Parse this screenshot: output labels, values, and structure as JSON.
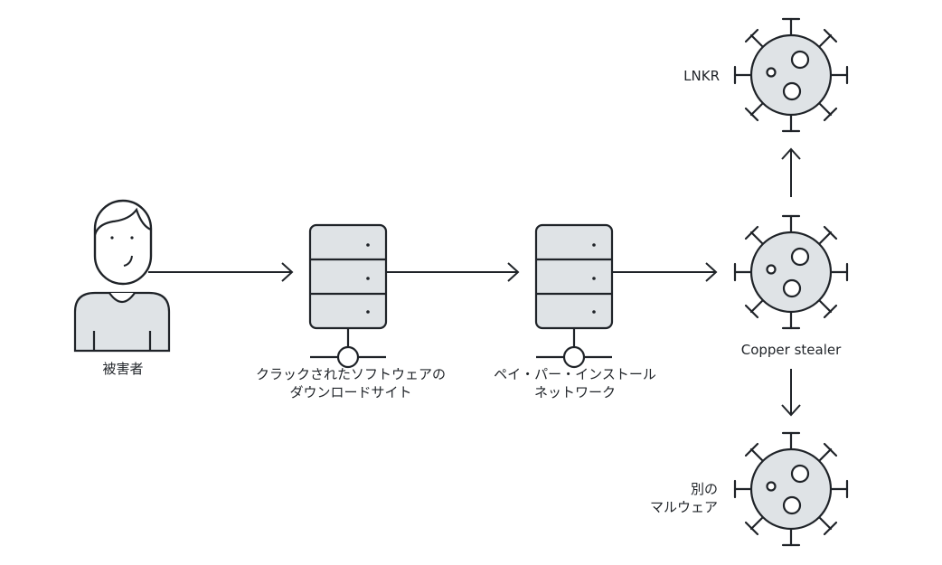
{
  "nodes": {
    "victim": {
      "label": "被害者"
    },
    "cracked_site": {
      "label_lines": [
        "クラックされたソフトウェアの",
        "ダウンロードサイト"
      ]
    },
    "ppi_network": {
      "label_lines": [
        "ペイ・パー・インストール",
        "ネットワーク"
      ]
    },
    "copper_stealer": {
      "label": "Copper stealer"
    },
    "lnkr": {
      "label": "LNKR"
    },
    "other_malware": {
      "label_lines": [
        "別の",
        "マルウェア"
      ]
    }
  },
  "edges": [
    {
      "from": "victim",
      "to": "cracked_site"
    },
    {
      "from": "cracked_site",
      "to": "ppi_network"
    },
    {
      "from": "ppi_network",
      "to": "copper_stealer"
    },
    {
      "from": "copper_stealer",
      "to": "lnkr"
    },
    {
      "from": "copper_stealer",
      "to": "other_malware"
    }
  ],
  "colors": {
    "stroke": "#1f2328",
    "fill": "#dfe3e6",
    "background": "#ffffff"
  },
  "icons": {
    "victim": "person-icon",
    "cracked_site": "server-icon",
    "ppi_network": "server-icon",
    "copper_stealer": "virus-icon",
    "lnkr": "virus-icon",
    "other_malware": "virus-icon"
  }
}
